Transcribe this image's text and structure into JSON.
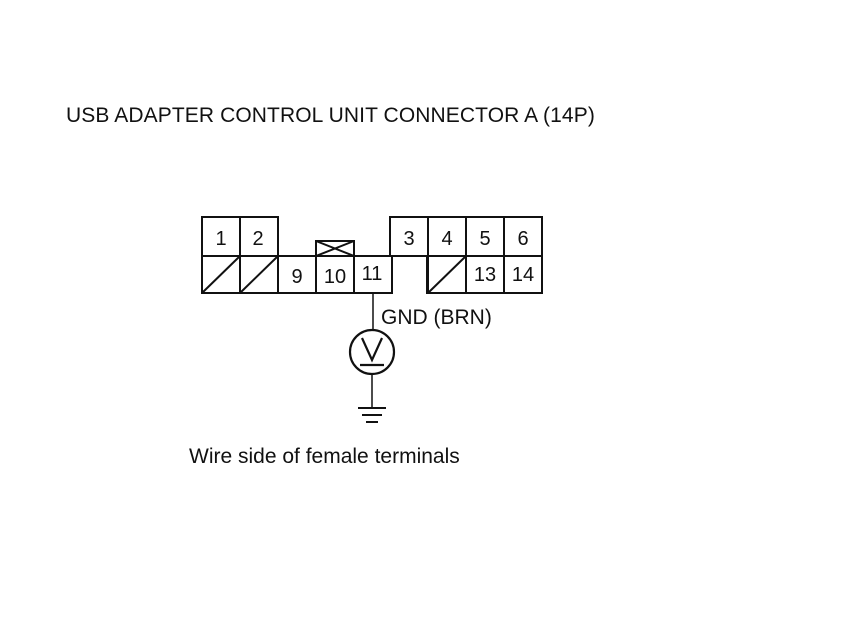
{
  "title": "USB ADAPTER CONTROL UNIT CONNECTOR A (14P)",
  "caption": "Wire side of female terminals",
  "wire_label": "GND (BRN)",
  "meter_symbol": "V",
  "pins": {
    "p1": "1",
    "p2": "2",
    "p3": "3",
    "p4": "4",
    "p5": "5",
    "p6": "6",
    "p9": "9",
    "p10": "10",
    "p11": "11",
    "p13": "13",
    "p14": "14"
  }
}
